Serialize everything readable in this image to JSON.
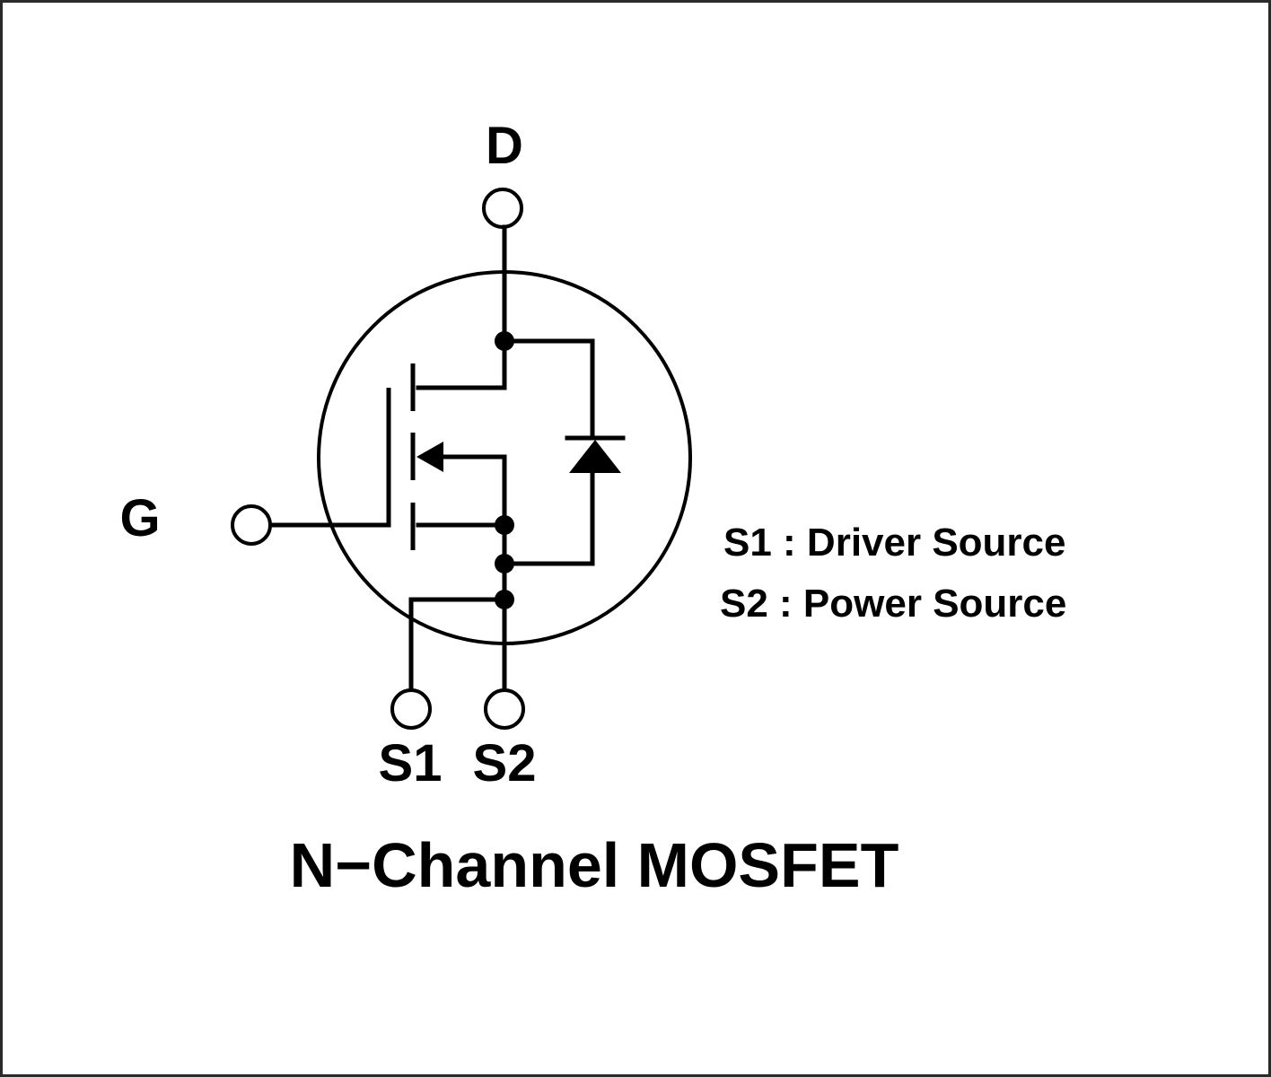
{
  "pins": {
    "drain": "D",
    "gate": "G",
    "source1": "S1",
    "source2": "S2"
  },
  "legend": [
    "S1 : Driver Source",
    "S2 : Power Source"
  ],
  "title": "N−Channel MOSFET",
  "colors": {
    "ink": "#000000",
    "background": "#ffffff",
    "frame": "#2a2a2a"
  }
}
